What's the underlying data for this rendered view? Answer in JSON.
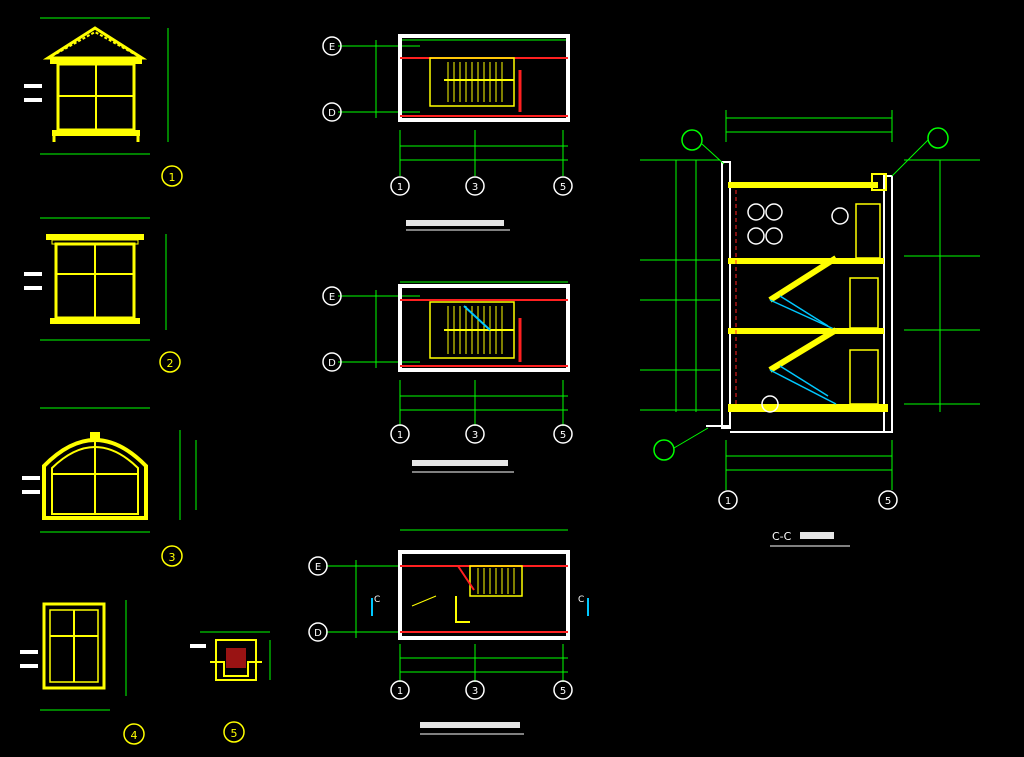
{
  "colors": {
    "background": "#000000",
    "wall": "#ffff00",
    "dimension": "#00ff00",
    "grid_red": "#ff2020",
    "text": "#ffffff",
    "glass": "#00c8ff",
    "pink": "#ff6fd0"
  },
  "axes": {
    "row_e": "E",
    "row_d": "D",
    "col_1": "1",
    "col_3": "3",
    "col_5": "5"
  },
  "details": {
    "d1": "1",
    "d2": "2",
    "d3": "3",
    "d4": "4",
    "d5": "5"
  },
  "section": {
    "title": "C-C",
    "col_1": "1",
    "col_5": "5"
  },
  "plans": {
    "plan_c_marker": "C"
  }
}
